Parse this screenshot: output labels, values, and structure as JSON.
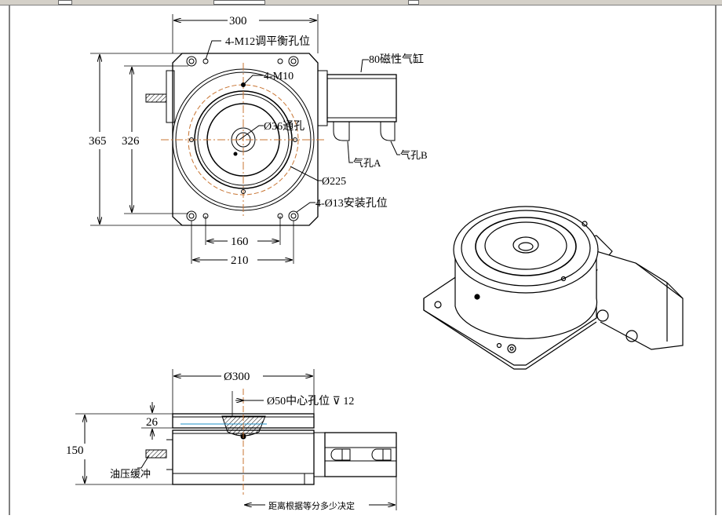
{
  "window": {
    "toolbar": "drawing-viewer-toolbar"
  },
  "top_view": {
    "dim_width": "300",
    "dim_height_outer": "365",
    "dim_height_inner": "326",
    "dim_hole_spacing_inner": "160",
    "dim_hole_spacing_outer": "210",
    "label_balance_holes": "4-M12调平衡孔位",
    "label_m10": "4-M10",
    "label_through_hole": "Ø36通孔",
    "label_diameter_225": "Ø225",
    "label_mount_holes": "4-Ø13安装孔位",
    "label_cylinder": "80磁性气缸",
    "label_port_a": "气孔A",
    "label_port_b": "气孔B"
  },
  "side_view": {
    "dim_diameter": "Ø300",
    "dim_center_hole": "Ø50中心孔位 ⊽ 12",
    "dim_plate": "26",
    "dim_height": "150",
    "label_buffer": "油压缓冲",
    "label_distance": "距离根据等分多少决定"
  },
  "colors": {
    "line": "#000000",
    "centerline": "#c87533",
    "accent": "#1e90c8"
  }
}
